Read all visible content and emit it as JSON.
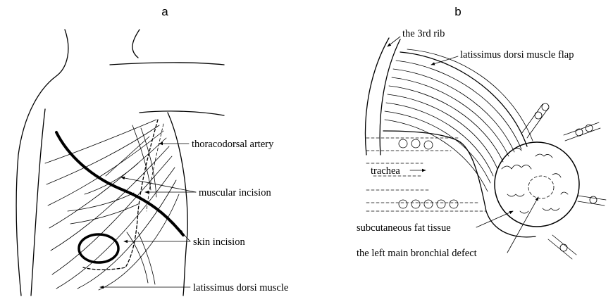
{
  "panels": {
    "a": {
      "letter": "a",
      "labels": {
        "thoracodorsal_artery": "thoracodorsal artery",
        "muscular_incision": "muscular incision",
        "skin_incision": "skin incision",
        "latissimus_dorsi_muscle": "latissimus dorsi muscle"
      }
    },
    "b": {
      "letter": "b",
      "labels": {
        "third_rib": "the 3rd rib",
        "muscle_flap": "latissimus dorsi muscle flap",
        "trachea": "trachea",
        "fat_tissue": "subcutaneous fat tissue",
        "bronchial_defect": "the left main bronchial defect"
      }
    }
  }
}
